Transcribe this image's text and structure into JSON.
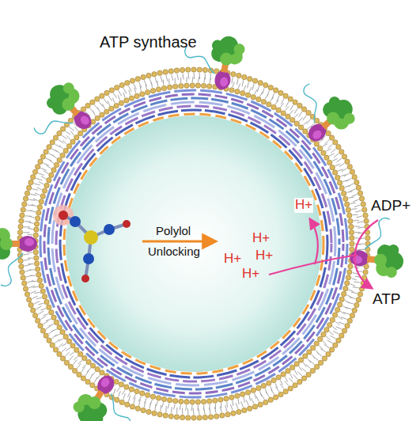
{
  "diagram": {
    "labels": [
      "ATP synthase",
      "Polylol",
      "Unlocking",
      "H+",
      "H+",
      "H+",
      "H+",
      "H+",
      "ADP+",
      "ATP"
    ]
  }
}
